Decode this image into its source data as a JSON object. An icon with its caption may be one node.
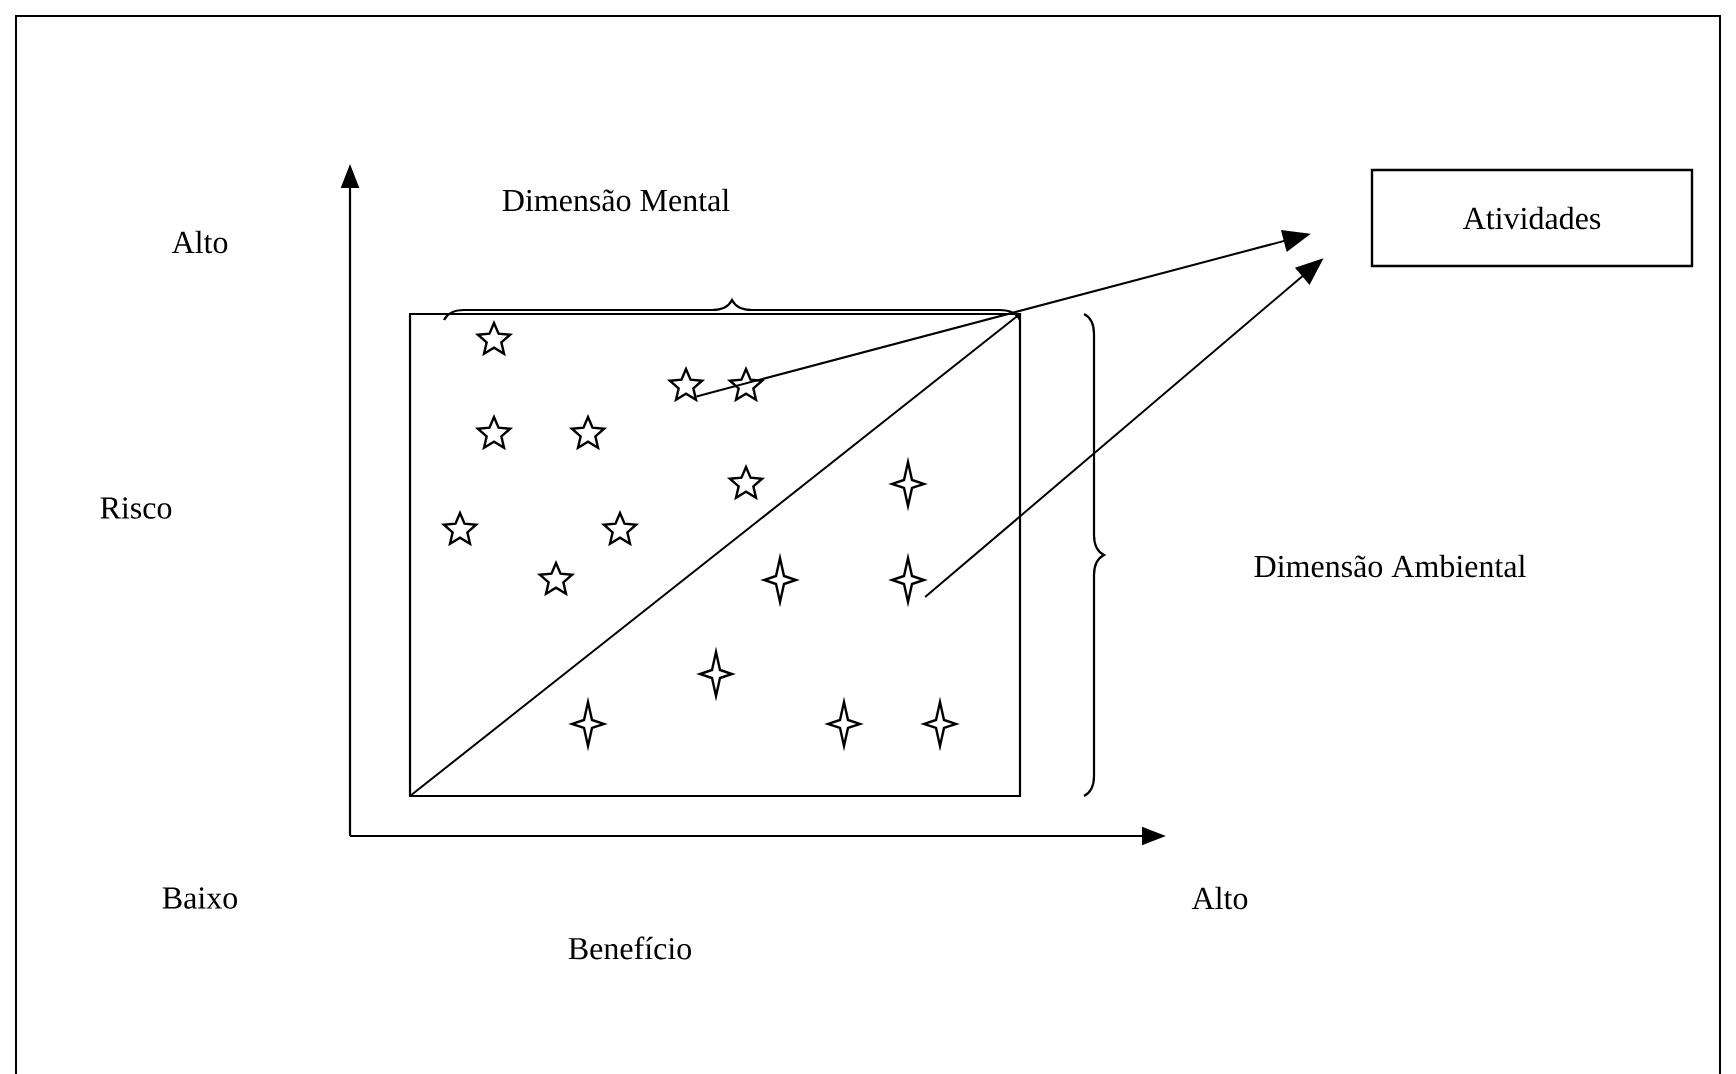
{
  "diagram": {
    "nodes": [
      {
        "text": [
          "Atividades"
        ]
      },
      {
        "text": [],
        "shape": "star"
      },
      {
        "text": [],
        "shape": "star"
      },
      {
        "text": [],
        "shape": "star"
      },
      {
        "text": [],
        "shape": "star"
      },
      {
        "text": [],
        "shape": "star"
      },
      {
        "text": [],
        "shape": "star"
      },
      {
        "text": [],
        "shape": "sparkle"
      },
      {
        "text": [],
        "shape": "star"
      },
      {
        "text": [],
        "shape": "star"
      },
      {
        "text": [],
        "shape": "star"
      },
      {
        "text": [],
        "shape": "sparkle"
      },
      {
        "text": [],
        "shape": "sparkle"
      },
      {
        "text": [],
        "shape": "sparkle"
      },
      {
        "text": [],
        "shape": "sparkle"
      },
      {
        "text": [],
        "shape": "sparkle"
      },
      {
        "text": [],
        "shape": "sparkle"
      }
    ],
    "edges": [
      {
        "from": 2,
        "to": 0,
        "arrow": "to"
      },
      {
        "from": 12,
        "to": 0,
        "arrow": "to"
      }
    ],
    "labels": [
      "Dimensão Mental",
      "Alto",
      "Risco",
      "Dimensão Ambiental",
      "Baixo",
      "Alto",
      "Benefício"
    ]
  }
}
